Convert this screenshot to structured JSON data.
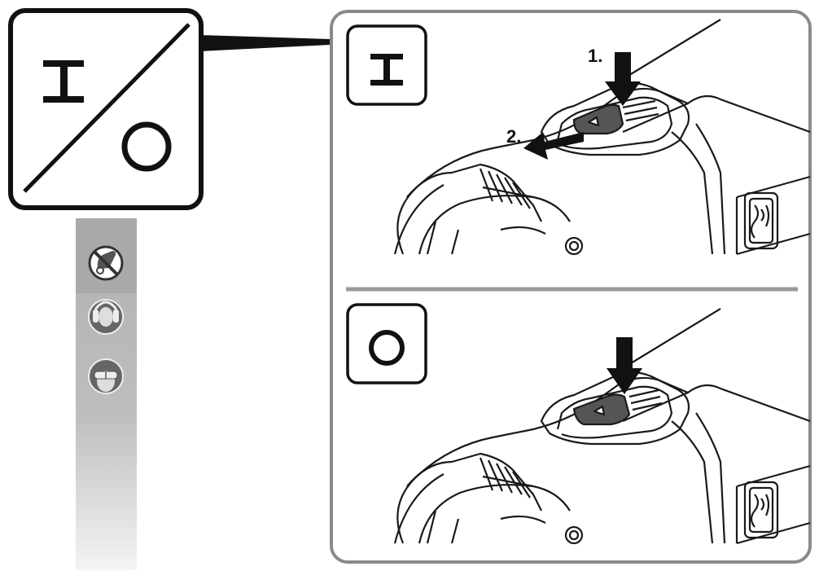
{
  "symbol_key": {
    "on_glyph": "I",
    "off_glyph": "O"
  },
  "panel_on": {
    "glyph": "I",
    "step1": "1.",
    "step2": "2."
  },
  "panel_off": {
    "glyph": "O"
  },
  "safety_strip": {
    "icons": [
      "no-gloves-icon",
      "ear-protection-icon",
      "eye-protection-icon"
    ]
  },
  "colors": {
    "line": "#1a1a1a",
    "panel_border": "#8a8a8a",
    "strip": "#b4b4b4",
    "icon_fill": "#555555"
  }
}
